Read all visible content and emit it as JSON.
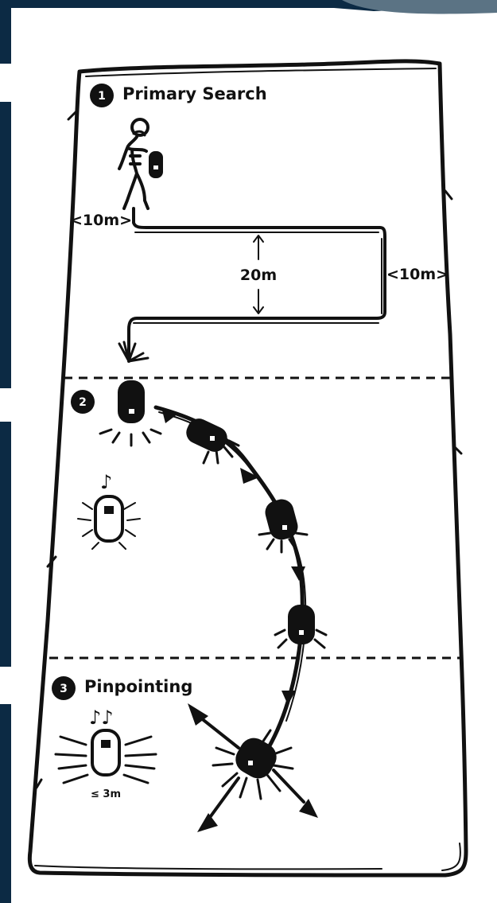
{
  "sections": [
    {
      "number": "1",
      "title": "Primary Search"
    },
    {
      "number": "2",
      "title": ""
    },
    {
      "number": "3",
      "title": "Pinpointing"
    }
  ],
  "dimensions": {
    "left_width": "<10m>",
    "right_width": "<10m>",
    "height": "20m"
  },
  "pinpoint_range": "≤ 3m",
  "notes": {
    "single": "♪",
    "double": "♪♪"
  },
  "colors": {
    "background": "#ffffff",
    "ink": "#111111",
    "side_panels": "#0c2a44"
  },
  "icons": [
    "skier-icon",
    "transceiver-icon",
    "music-note-icon",
    "flashing-transceiver-icon",
    "direction-arrow-icon"
  ]
}
